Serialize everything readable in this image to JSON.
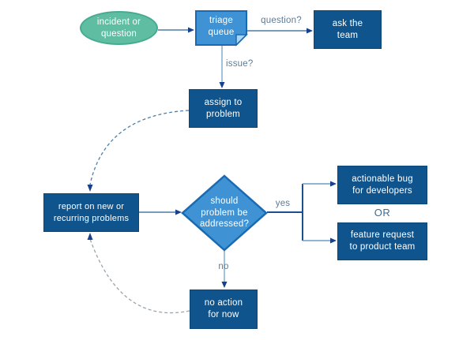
{
  "nodes": {
    "incident": {
      "label": "incident or\nquestion"
    },
    "triage_queue": {
      "label": "triage\nqueue"
    },
    "ask_team": {
      "label": "ask the\nteam"
    },
    "assign_problem": {
      "label": "assign to\nproblem"
    },
    "report_problems": {
      "label": "report on new or\nrecurring problems"
    },
    "decision": {
      "label": "should\nproblem be\naddressed?"
    },
    "actionable_bug": {
      "label": "actionable bug\nfor developers"
    },
    "or_connector": {
      "label": "OR"
    },
    "feature_request": {
      "label": "feature request\nto product team"
    },
    "no_action": {
      "label": "no action\nfor now"
    }
  },
  "edge_labels": {
    "question": "question?",
    "issue": "issue?",
    "yes": "yes",
    "no": "no"
  },
  "colors": {
    "dark_box_fill": "#0f548c",
    "dark_box_border": "#0a4778",
    "accent_blue_fill": "#3f93d4",
    "accent_blue_border": "#1a6ab3",
    "fold_light_blue": "#a9d6f2",
    "ellipse_green_fill": "#5fbda1",
    "ellipse_green_border": "#45ab91",
    "connector_light": "#8ab2d4",
    "connector_mid": "#4f7ca6",
    "connector_dark": "#1c4f8f",
    "connector_branch": "#6b9cc3",
    "arrowhead_navy": "#16418c",
    "dashed_blue": "#4d7fae",
    "dashed_gray": "#9aa4ab",
    "edge_label_text": "#5b7b99",
    "or_text": "#3a6b94",
    "node_text": "#ffffff",
    "background": "#ffffff"
  }
}
